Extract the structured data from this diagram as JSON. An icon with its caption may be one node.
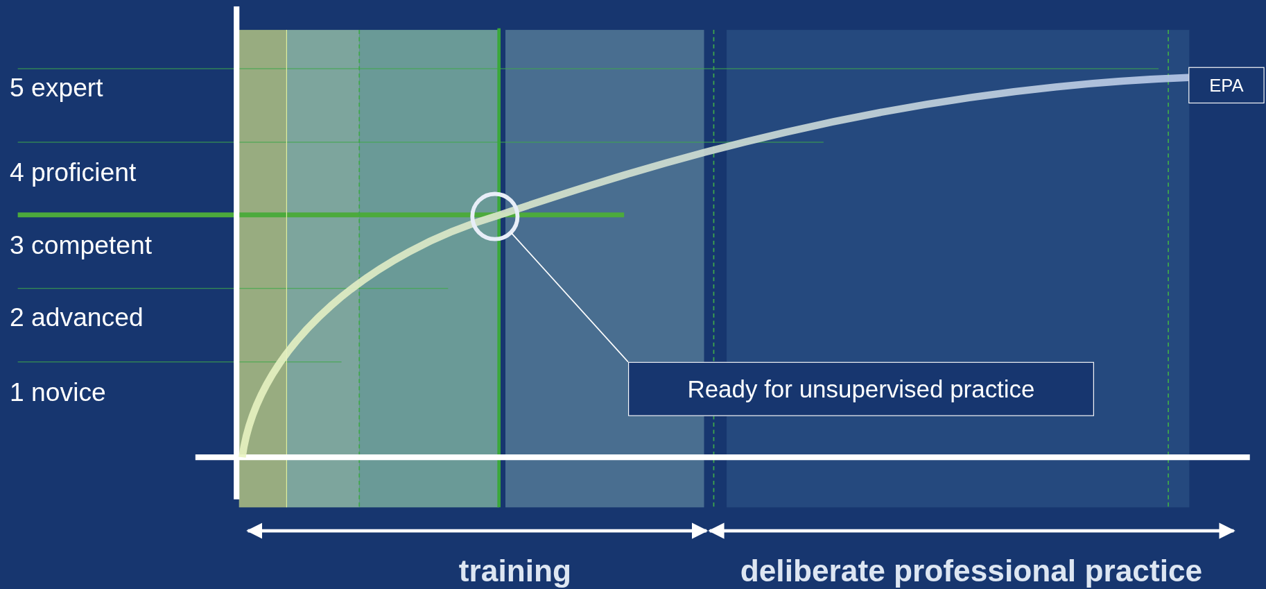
{
  "diagram": {
    "nodes": [
      {
        "text": [],
        "shape": "circle"
      },
      {
        "text": [
          "Ready for unsupervised practice"
        ]
      },
      {
        "text": [
          "EPA"
        ]
      }
    ],
    "edges": [
      {
        "from": 1,
        "to": 0,
        "arrow": "none"
      }
    ],
    "labels": [
      "5 expert",
      "4 proficient",
      "3 competent",
      "2 advanced",
      "1 novice",
      "training",
      "deliberate professional practice"
    ]
  }
}
